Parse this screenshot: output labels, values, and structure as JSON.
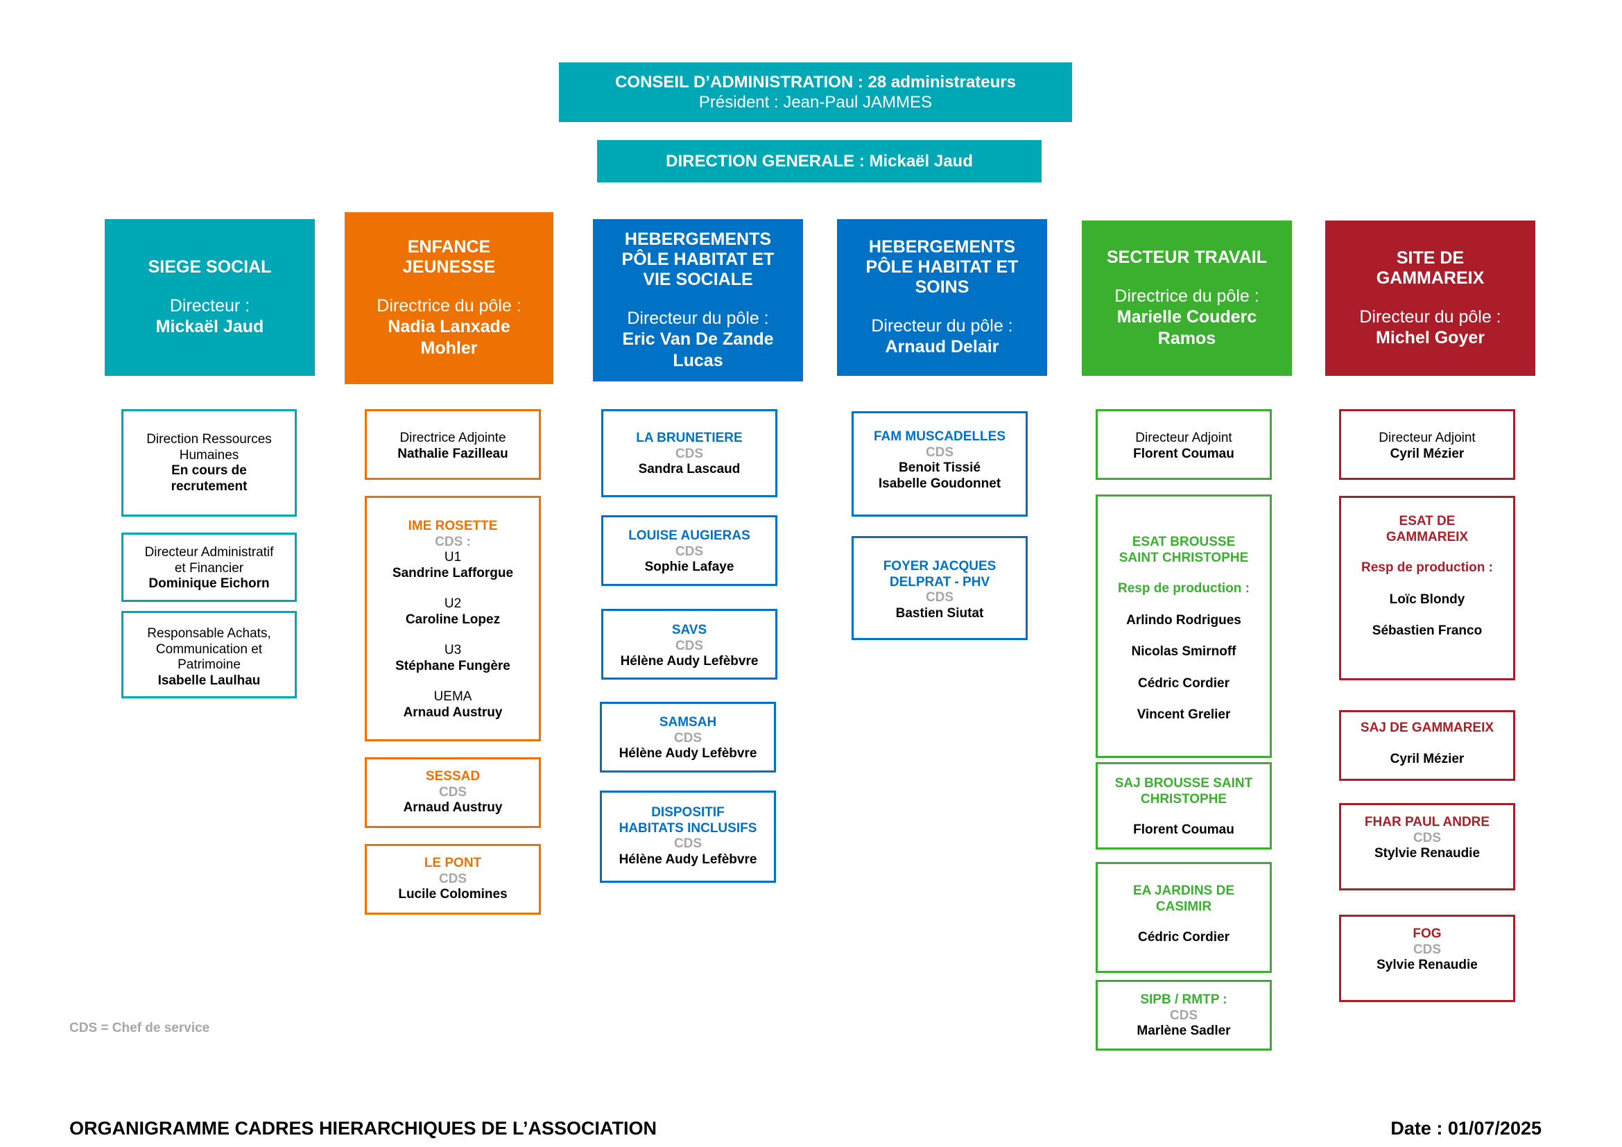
{
  "colors": {
    "teal": "#00a7b5",
    "orange": "#ee7203",
    "blue": "#0072c6",
    "green": "#3ab02e",
    "red": "#ab1e29",
    "grey": "#a6a6a6"
  },
  "conseil": {
    "title": "CONSEIL D’ADMINISTRATION : 28 administrateurs",
    "president": "Président : Jean-Paul JAMMES"
  },
  "direction": {
    "title": "DIRECTION GENERALE : Mickaël Jaud"
  },
  "poles": [
    {
      "title": "SIEGE SOCIAL",
      "role": "Directeur :",
      "name": "Mickaël Jaud"
    },
    {
      "title": "ENFANCE\nJEUNESSE",
      "role": "Directrice du pôle :",
      "name": "Nadia Lanxade\nMohler"
    },
    {
      "title": "HEBERGEMENTS\nPÔLE HABITAT ET\nVIE SOCIALE",
      "role": "Directeur du pôle :",
      "name": "Eric Van De Zande\nLucas"
    },
    {
      "title": "HEBERGEMENTS\nPÔLE HABITAT ET\nSOINS",
      "role": "Directeur du pôle :",
      "name": "Arnaud Delair"
    },
    {
      "title": "SECTEUR TRAVAIL",
      "role": "Directrice du pôle :",
      "name": "Marielle Couderc\nRamos"
    },
    {
      "title": "SITE DE\nGAMMAREIX",
      "role": "Directeur du pôle :",
      "name": "Michel Goyer"
    }
  ],
  "siege": {
    "rh": {
      "label": "Direction Ressources\nHumaines",
      "name": "En cours de\nrecrutement"
    },
    "daf": {
      "label": "Directeur Administratif\net Financier",
      "name": "Dominique Eichorn"
    },
    "achats": {
      "label": "Responsable Achats,\nCommunication et\nPatrimoine",
      "name": "Isabelle Laulhau"
    }
  },
  "enfance": {
    "adjoint": {
      "label": "Directrice Adjointe",
      "name": "Nathalie Fazilleau"
    },
    "ime": {
      "title": "IME ROSETTE",
      "cds": "CDS :",
      "units": [
        {
          "label": "U1",
          "name": "Sandrine Lafforgue"
        },
        {
          "label": "U2",
          "name": "Caroline Lopez"
        },
        {
          "label": "U3",
          "name": "Stéphane Fungère"
        },
        {
          "label": "UEMA",
          "name": "Arnaud Austruy"
        }
      ]
    },
    "sessad": {
      "title": "SESSAD",
      "cds": "CDS",
      "name": "Arnaud Austruy"
    },
    "lepont": {
      "title": "LE PONT",
      "cds": "CDS",
      "name": "Lucile Colomines"
    }
  },
  "vie_sociale": [
    {
      "title": "LA BRUNETIERE",
      "cds": "CDS",
      "name": "Sandra Lascaud"
    },
    {
      "title": "LOUISE AUGIERAS",
      "cds": "CDS",
      "name": "Sophie Lafaye"
    },
    {
      "title": "SAVS",
      "cds": "CDS",
      "name": "Hélène Audy Lefèbvre"
    },
    {
      "title": "SAMSAH",
      "cds": "CDS",
      "name": "Hélène Audy Lefèbvre"
    },
    {
      "title": "DISPOSITIF\nHABITATS INCLUSIFS",
      "cds": "CDS",
      "name": "Hélène Audy Lefèbvre"
    }
  ],
  "soins": [
    {
      "title": "FAM MUSCADELLES",
      "cds": "CDS",
      "name": "Benoit Tissié\nIsabelle Goudonnet"
    },
    {
      "title": "FOYER JACQUES\nDELPRAT - PHV",
      "cds": "CDS",
      "name": "Bastien Siutat"
    }
  ],
  "travail": {
    "adjoint": {
      "label": "Directeur Adjoint",
      "name": "Florent Coumau"
    },
    "esat": {
      "title": "ESAT BROUSSE\nSAINT CHRISTOPHE",
      "resp": "Resp de production :",
      "names": [
        "Arlindo Rodrigues",
        "Nicolas Smirnoff",
        "Cédric Cordier",
        "Vincent Grelier"
      ]
    },
    "saj": {
      "title": "SAJ BROUSSE SAINT\nCHRISTOPHE",
      "name": "Florent Coumau"
    },
    "ea": {
      "title": "EA JARDINS DE\nCASIMIR",
      "name": "Cédric Cordier"
    },
    "sipb": {
      "title": "SIPB / RMTP :",
      "cds": "CDS",
      "name": "Marlène Sadler"
    }
  },
  "gammareix": {
    "adjoint": {
      "label": "Directeur Adjoint",
      "name": "Cyril Mézier"
    },
    "esat": {
      "title": "ESAT DE\nGAMMAREIX",
      "resp": "Resp de production :",
      "names": [
        "Loïc Blondy",
        "Sébastien Franco"
      ]
    },
    "saj": {
      "title": "SAJ DE GAMMAREIX",
      "name": "Cyril Mézier"
    },
    "fhar": {
      "title": "FHAR PAUL ANDRE",
      "cds": "CDS",
      "name": "Stylvie Renaudie"
    },
    "fog": {
      "title": "FOG",
      "cds": "CDS",
      "name": "Sylvie Renaudie"
    }
  },
  "legend": "CDS = Chef de service",
  "footer": {
    "title": "ORGANIGRAMME CADRES HIERARCHIQUES DE L’ASSOCIATION",
    "date": "Date : 01/07/2025"
  }
}
